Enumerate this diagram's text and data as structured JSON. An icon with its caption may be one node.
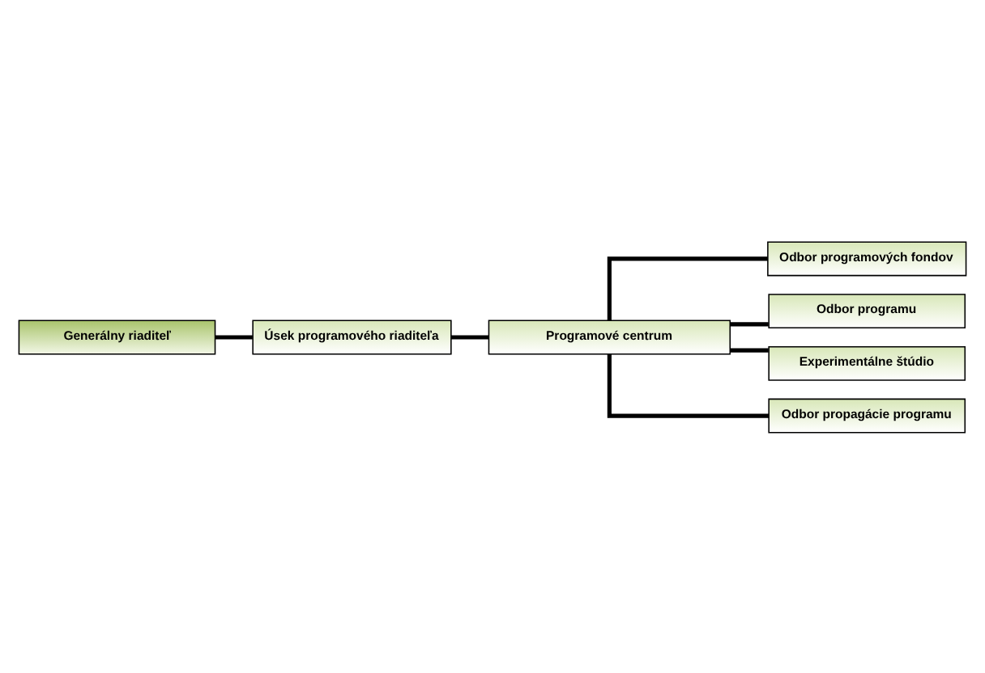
{
  "diagram": {
    "nodes": [
      {
        "text": [
          "Generálny riaditeľ"
        ]
      },
      {
        "text": [
          "Úsek programového riaditeľa"
        ]
      },
      {
        "text": [
          "Programové centrum"
        ]
      },
      {
        "text": [
          "Odbor programových fondov"
        ]
      },
      {
        "text": [
          "Odbor programu"
        ]
      },
      {
        "text": [
          "Experimentálne štúdio"
        ]
      },
      {
        "text": [
          "Odbor propagácie programu"
        ]
      }
    ],
    "edges": [
      {
        "from": 0,
        "to": 1,
        "arrow": "none"
      },
      {
        "from": 1,
        "to": 2,
        "arrow": "none"
      },
      {
        "from": 2,
        "to": 3,
        "arrow": "none"
      },
      {
        "from": 2,
        "to": 4,
        "arrow": "none"
      },
      {
        "from": 2,
        "to": 5,
        "arrow": "none"
      },
      {
        "from": 2,
        "to": 6,
        "arrow": "none"
      }
    ]
  }
}
